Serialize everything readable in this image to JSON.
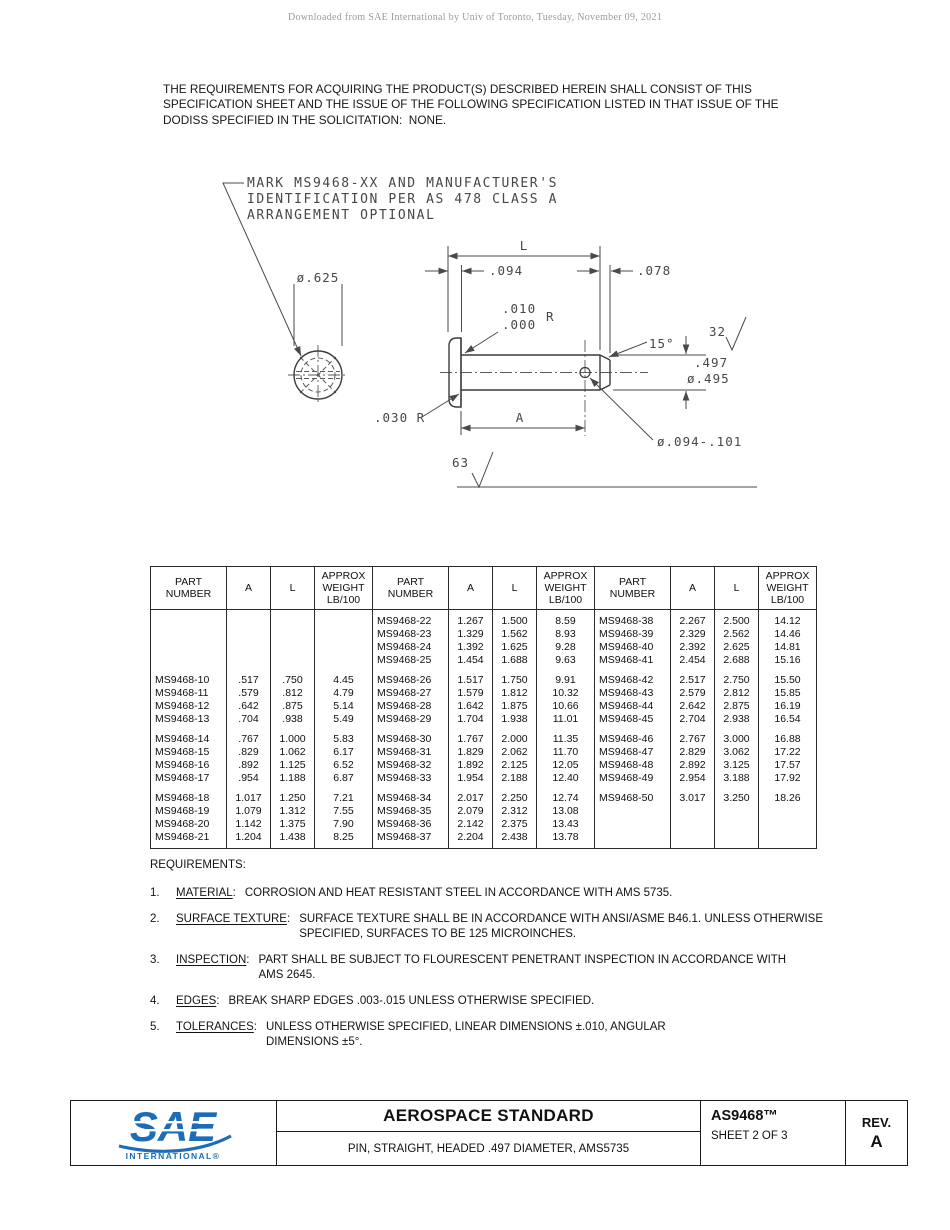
{
  "watermark": "Downloaded from SAE International by Univ of Toronto, Tuesday, November 09, 2021",
  "intro": "THE REQUIREMENTS FOR ACQUIRING THE PRODUCT(S) DESCRIBED HEREIN SHALL CONSIST OF THIS\nSPECIFICATION SHEET AND THE ISSUE OF THE FOLLOWING SPECIFICATION LISTED IN THAT ISSUE OF THE\nDODISS SPECIFIED IN THE SOLICITATION:  NONE.",
  "drawing": {
    "note": [
      "MARK MS9468-XX AND MANUFACTURER'S",
      "IDENTIFICATION PER AS 478 CLASS A",
      "ARRANGEMENT OPTIONAL"
    ],
    "labels": {
      "head_dia": "ø.625",
      "length": "L",
      "head_thickness": ".094",
      "chamfer_length": ".078",
      "fillet_max": ".010",
      "fillet_min": ".000",
      "fillet_r": "R",
      "finish_32": "32",
      "chamfer_angle": "15°",
      "dia_max": ".497",
      "dia_min": "ø.495",
      "head_fillet": ".030  R",
      "grip": "A",
      "hole_dia": "ø.094-.101",
      "finish_63": "63"
    }
  },
  "table": {
    "headers": {
      "part": "PART\nNUMBER",
      "a": "A",
      "l": "L",
      "wt": "APPROX\nWEIGHT\nLB/100"
    },
    "blocks": [
      [
        [
          "",
          "",
          "",
          "",
          "MS9468-22",
          "1.267",
          "1.500",
          "8.59",
          "MS9468-38",
          "2.267",
          "2.500",
          "14.12"
        ],
        [
          "",
          "",
          "",
          "",
          "MS9468-23",
          "1.329",
          "1.562",
          "8.93",
          "MS9468-39",
          "2.329",
          "2.562",
          "14.46"
        ],
        [
          "",
          "",
          "",
          "",
          "MS9468-24",
          "1.392",
          "1.625",
          "9.28",
          "MS9468-40",
          "2.392",
          "2.625",
          "14.81"
        ],
        [
          "",
          "",
          "",
          "",
          "MS9468-25",
          "1.454",
          "1.688",
          "9.63",
          "MS9468-41",
          "2.454",
          "2.688",
          "15.16"
        ]
      ],
      [
        [
          "MS9468-10",
          ".517",
          ".750",
          "4.45",
          "MS9468-26",
          "1.517",
          "1.750",
          "9.91",
          "MS9468-42",
          "2.517",
          "2.750",
          "15.50"
        ],
        [
          "MS9468-11",
          ".579",
          ".812",
          "4.79",
          "MS9468-27",
          "1.579",
          "1.812",
          "10.32",
          "MS9468-43",
          "2.579",
          "2.812",
          "15.85"
        ],
        [
          "MS9468-12",
          ".642",
          ".875",
          "5.14",
          "MS9468-28",
          "1.642",
          "1.875",
          "10.66",
          "MS9468-44",
          "2.642",
          "2.875",
          "16.19"
        ],
        [
          "MS9468-13",
          ".704",
          ".938",
          "5.49",
          "MS9468-29",
          "1.704",
          "1.938",
          "11.01",
          "MS9468-45",
          "2.704",
          "2.938",
          "16.54"
        ]
      ],
      [
        [
          "MS9468-14",
          ".767",
          "1.000",
          "5.83",
          "MS9468-30",
          "1.767",
          "2.000",
          "11.35",
          "MS9468-46",
          "2.767",
          "3.000",
          "16.88"
        ],
        [
          "MS9468-15",
          ".829",
          "1.062",
          "6.17",
          "MS9468-31",
          "1.829",
          "2.062",
          "11.70",
          "MS9468-47",
          "2.829",
          "3.062",
          "17.22"
        ],
        [
          "MS9468-16",
          ".892",
          "1.125",
          "6.52",
          "MS9468-32",
          "1.892",
          "2.125",
          "12.05",
          "MS9468-48",
          "2.892",
          "3.125",
          "17.57"
        ],
        [
          "MS9468-17",
          ".954",
          "1.188",
          "6.87",
          "MS9468-33",
          "1.954",
          "2.188",
          "12.40",
          "MS9468-49",
          "2.954",
          "3.188",
          "17.92"
        ]
      ],
      [
        [
          "MS9468-18",
          "1.017",
          "1.250",
          "7.21",
          "MS9468-34",
          "2.017",
          "2.250",
          "12.74",
          "MS9468-50",
          "3.017",
          "3.250",
          "18.26"
        ],
        [
          "MS9468-19",
          "1.079",
          "1.312",
          "7.55",
          "MS9468-35",
          "2.079",
          "2.312",
          "13.08",
          "",
          "",
          "",
          ""
        ],
        [
          "MS9468-20",
          "1.142",
          "1.375",
          "7.90",
          "MS9468-36",
          "2.142",
          "2.375",
          "13.43",
          "",
          "",
          "",
          ""
        ],
        [
          "MS9468-21",
          "1.204",
          "1.438",
          "8.25",
          "MS9468-37",
          "2.204",
          "2.438",
          "13.78",
          "",
          "",
          "",
          ""
        ]
      ]
    ]
  },
  "requirements": {
    "title": "REQUIREMENTS:",
    "colon": ":",
    "items": [
      {
        "num": "1.",
        "label": "MATERIAL",
        "text": "CORROSION AND HEAT RESISTANT STEEL IN ACCORDANCE WITH AMS 5735."
      },
      {
        "num": "2.",
        "label": "SURFACE TEXTURE",
        "text": "SURFACE TEXTURE SHALL BE IN ACCORDANCE WITH ANSI/ASME B46.1. UNLESS OTHERWISE\nSPECIFIED, SURFACES TO BE 125 MICROINCHES."
      },
      {
        "num": "3.",
        "label": "INSPECTION",
        "text": "PART SHALL BE SUBJECT TO FLOURESCENT PENETRANT INSPECTION IN ACCORDANCE WITH\nAMS 2645."
      },
      {
        "num": "4.",
        "label": "EDGES",
        "text": "BREAK SHARP EDGES .003-.015 UNLESS OTHERWISE SPECIFIED."
      },
      {
        "num": "5.",
        "label": "TOLERANCES",
        "text": "UNLESS OTHERWISE SPECIFIED, LINEAR DIMENSIONS ±.010, ANGULAR\nDIMENSIONS ±5°."
      }
    ]
  },
  "footer": {
    "doc_type": "AEROSPACE STANDARD",
    "title": "PIN, STRAIGHT, HEADED .497 DIAMETER, AMS5735",
    "number": "AS9468™",
    "sheet": "SHEET 2 OF 3",
    "rev_label": "REV.",
    "rev": "A",
    "logo_text": "SAE",
    "logo_sub": "INTERNATIONAL®",
    "logo_color": "#1d6cb5"
  }
}
